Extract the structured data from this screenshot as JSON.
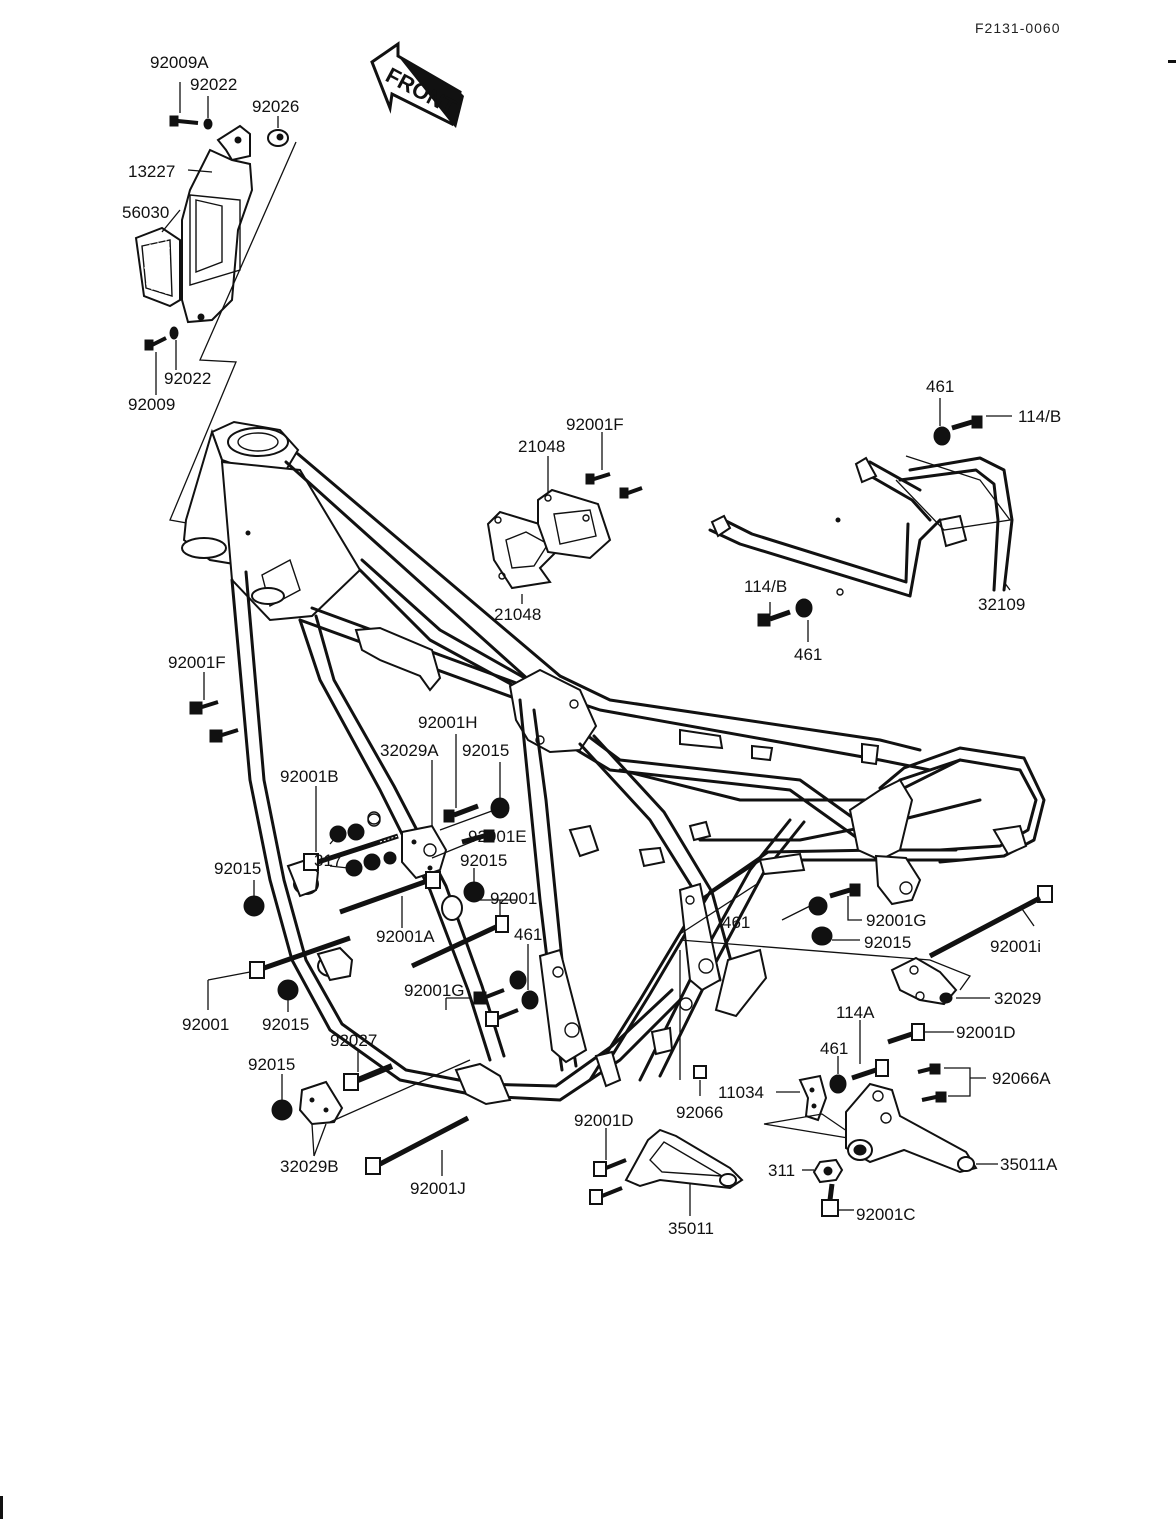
{
  "reference_code": "F2131-0060",
  "front_arrow": "FRONT",
  "labels": {
    "p92009A": "92009A",
    "p92022_top": "92022",
    "p92026": "92026",
    "p13227": "13227",
    "p56030": "56030",
    "p92022_bot": "92022",
    "p92009": "92009",
    "p92001F_top": "92001F",
    "p21048_top": "21048",
    "p21048_bot": "21048",
    "p461_top": "461",
    "p114B_top": "114/B",
    "p32109": "32109",
    "p114B_mid": "114/B",
    "p461_mid": "461",
    "p92001F_left": "92001F",
    "p92001H": "92001H",
    "p32029A": "32029A",
    "p92015_a": "92015",
    "p92001B": "92001B",
    "p92001E": "92001E",
    "p317": "317",
    "p92015_b": "92015",
    "p92015_c": "92015",
    "p92001_a": "92001",
    "p92001A": "92001A",
    "p461_c": "461",
    "p461_d": "461",
    "p92001G_r": "92001G",
    "p92015_d": "92015",
    "p92001i": "92001i",
    "p92001G_l": "92001G",
    "p92001_b": "92001",
    "p92015_e": "92015",
    "p32029": "32029",
    "p114A": "114A",
    "p92001D_r": "92001D",
    "p92027": "92027",
    "p92015_f": "92015",
    "p461_e": "461",
    "p92066A": "92066A",
    "p11034": "11034",
    "p92066": "92066",
    "p92001D_l": "92001D",
    "p32029B": "32029B",
    "p311": "311",
    "p35011A": "35011A",
    "p92001J": "92001J",
    "p92001C": "92001C",
    "p35011": "35011"
  }
}
